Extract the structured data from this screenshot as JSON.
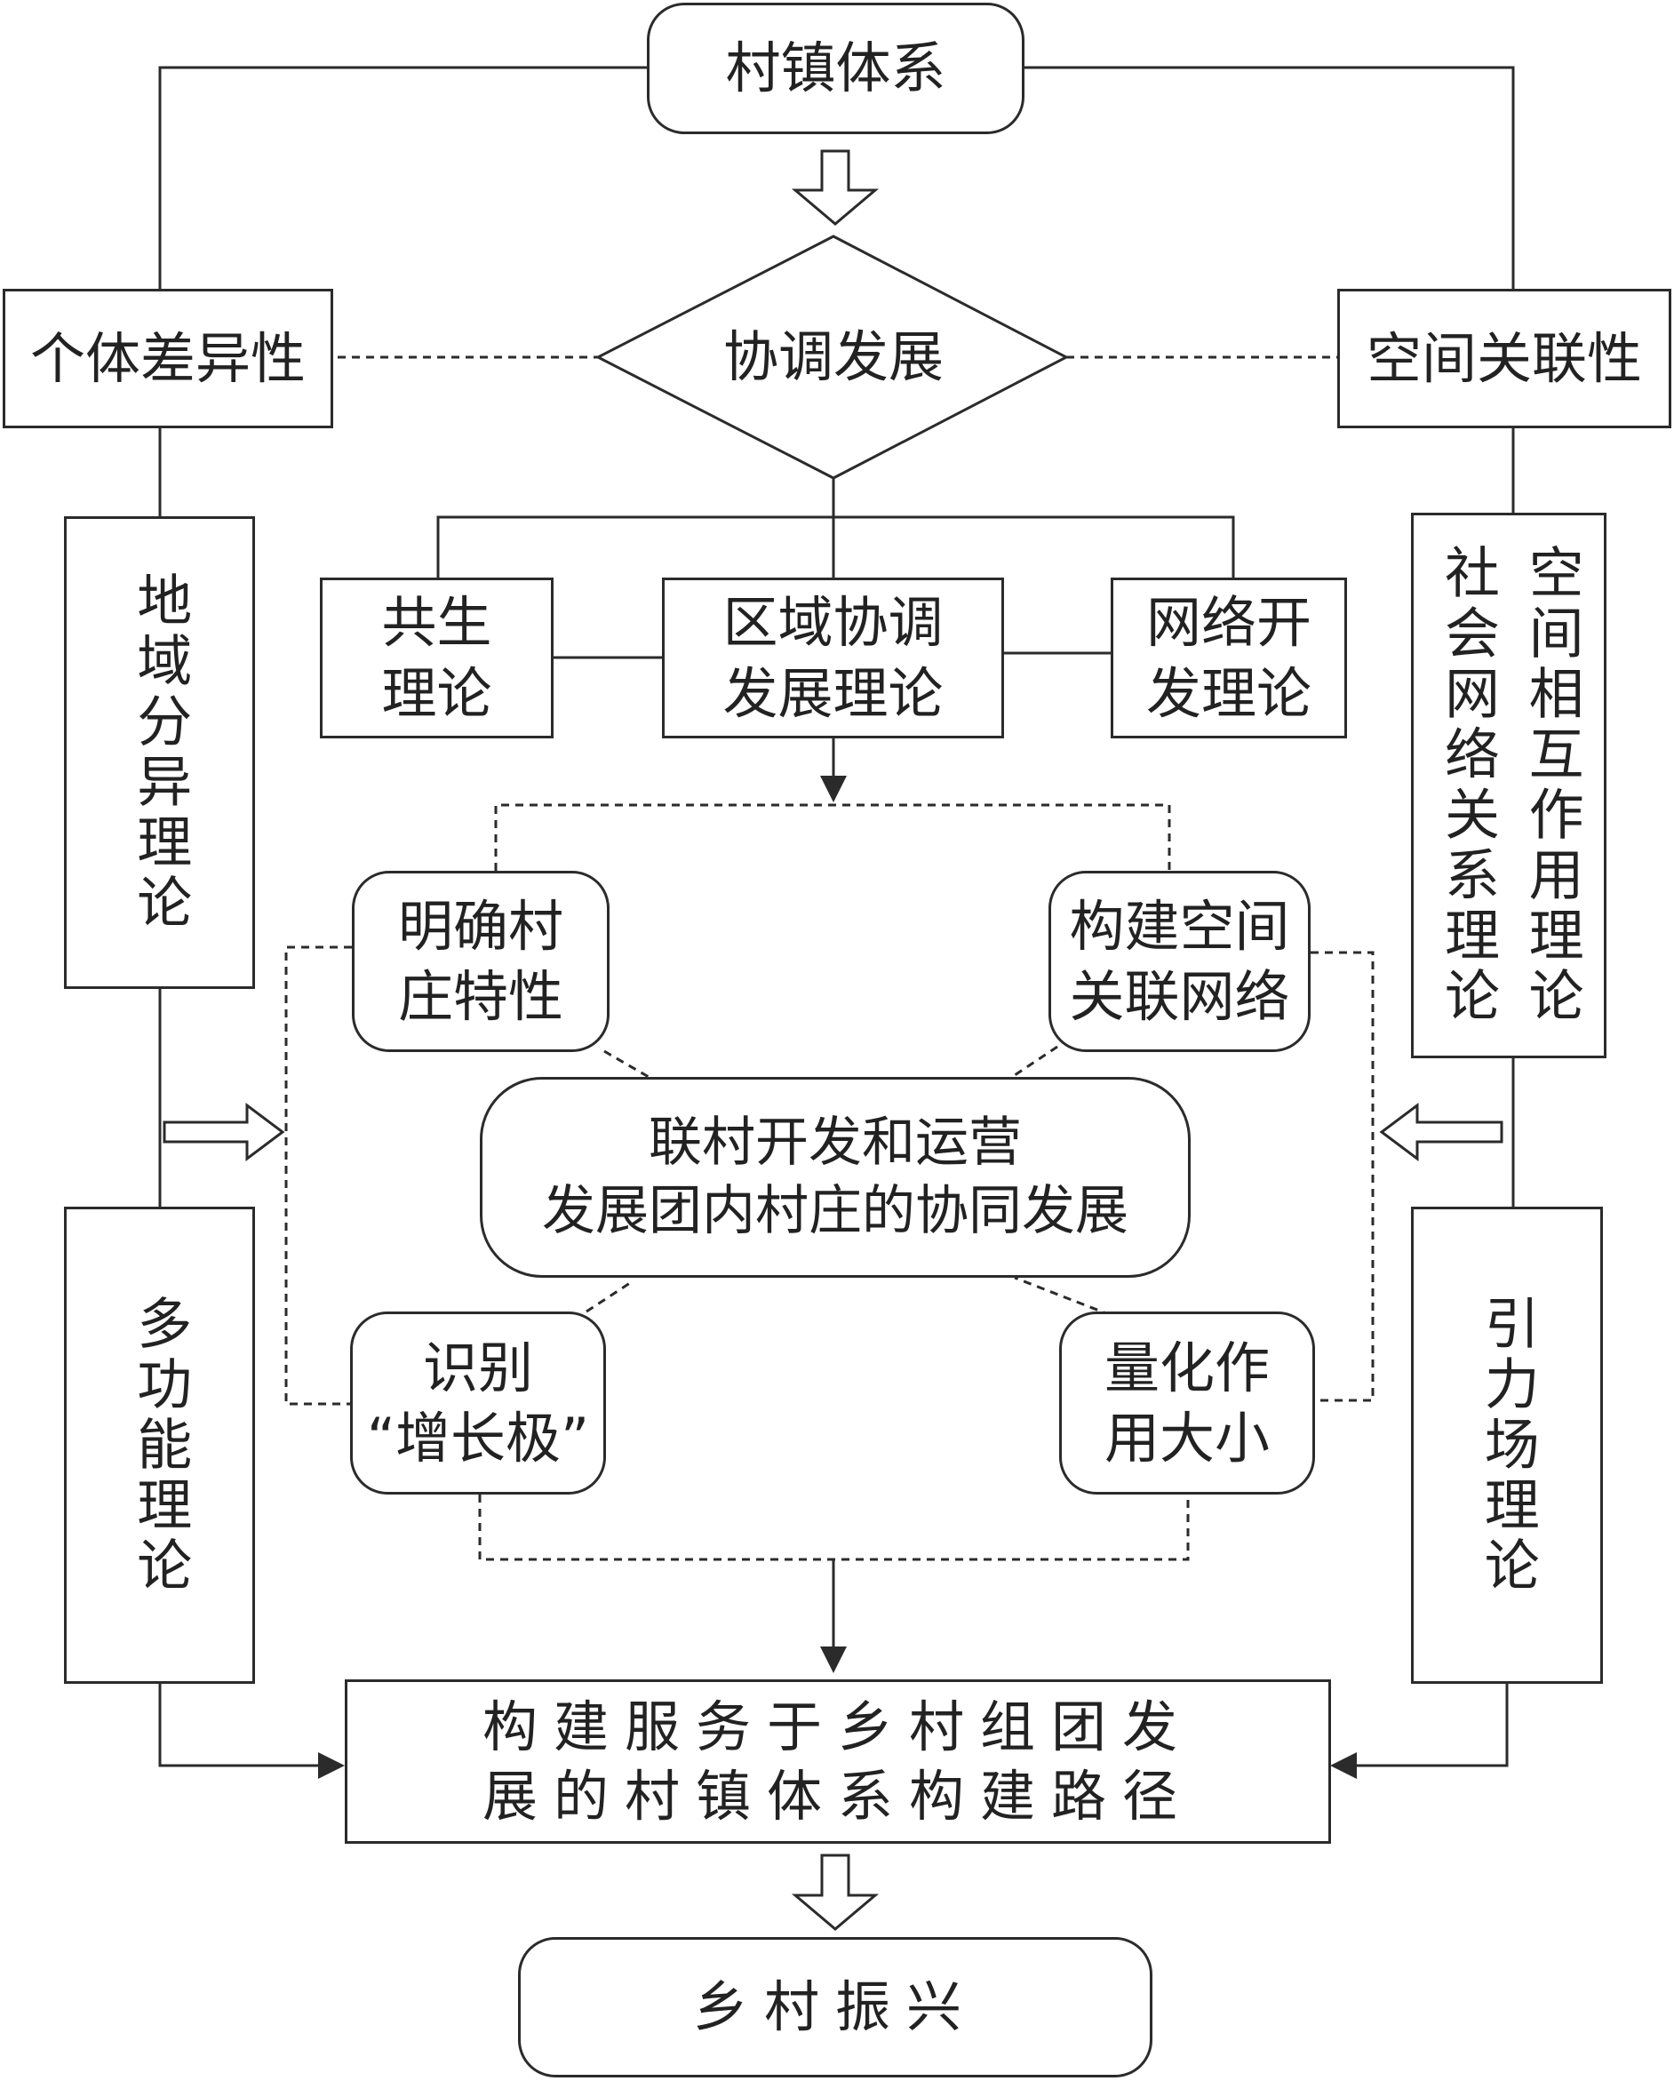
{
  "nodes": {
    "village_town_system": "村镇体系",
    "coordinated_development": "协调发展",
    "individual_difference": "个体差异性",
    "spatial_correlation": "空间关联性",
    "regional_differentiation_theory": "地域分异理论",
    "multifunction_theory": "多功能理论",
    "social_network_theory": "社会网络关系理论",
    "spatial_interaction_theory": "空间相互作用理论",
    "gravity_field_theory": "引力场理论",
    "symbiosis_theory": "共生\n理论",
    "regional_coordination_theory": "区域协调\n发展理论",
    "network_development_theory": "网络开\n发理论",
    "clarify_village_traits": "明确村\n庄特性",
    "build_spatial_network": "构建空间\n关联网络",
    "joint_development": "联村开发和运营\n发展团内村庄的协同发展",
    "identify_growth_pole": "识别\n“增长极”",
    "quantify_effect": "量化作\n用大小",
    "construction_path": "构建服务于乡村组团发\n展的村镇体系构建路径",
    "rural_revitalization": "乡村振兴"
  },
  "colors": {
    "stroke": "#2b2b2b",
    "text": "#222222",
    "background": "#ffffff"
  }
}
